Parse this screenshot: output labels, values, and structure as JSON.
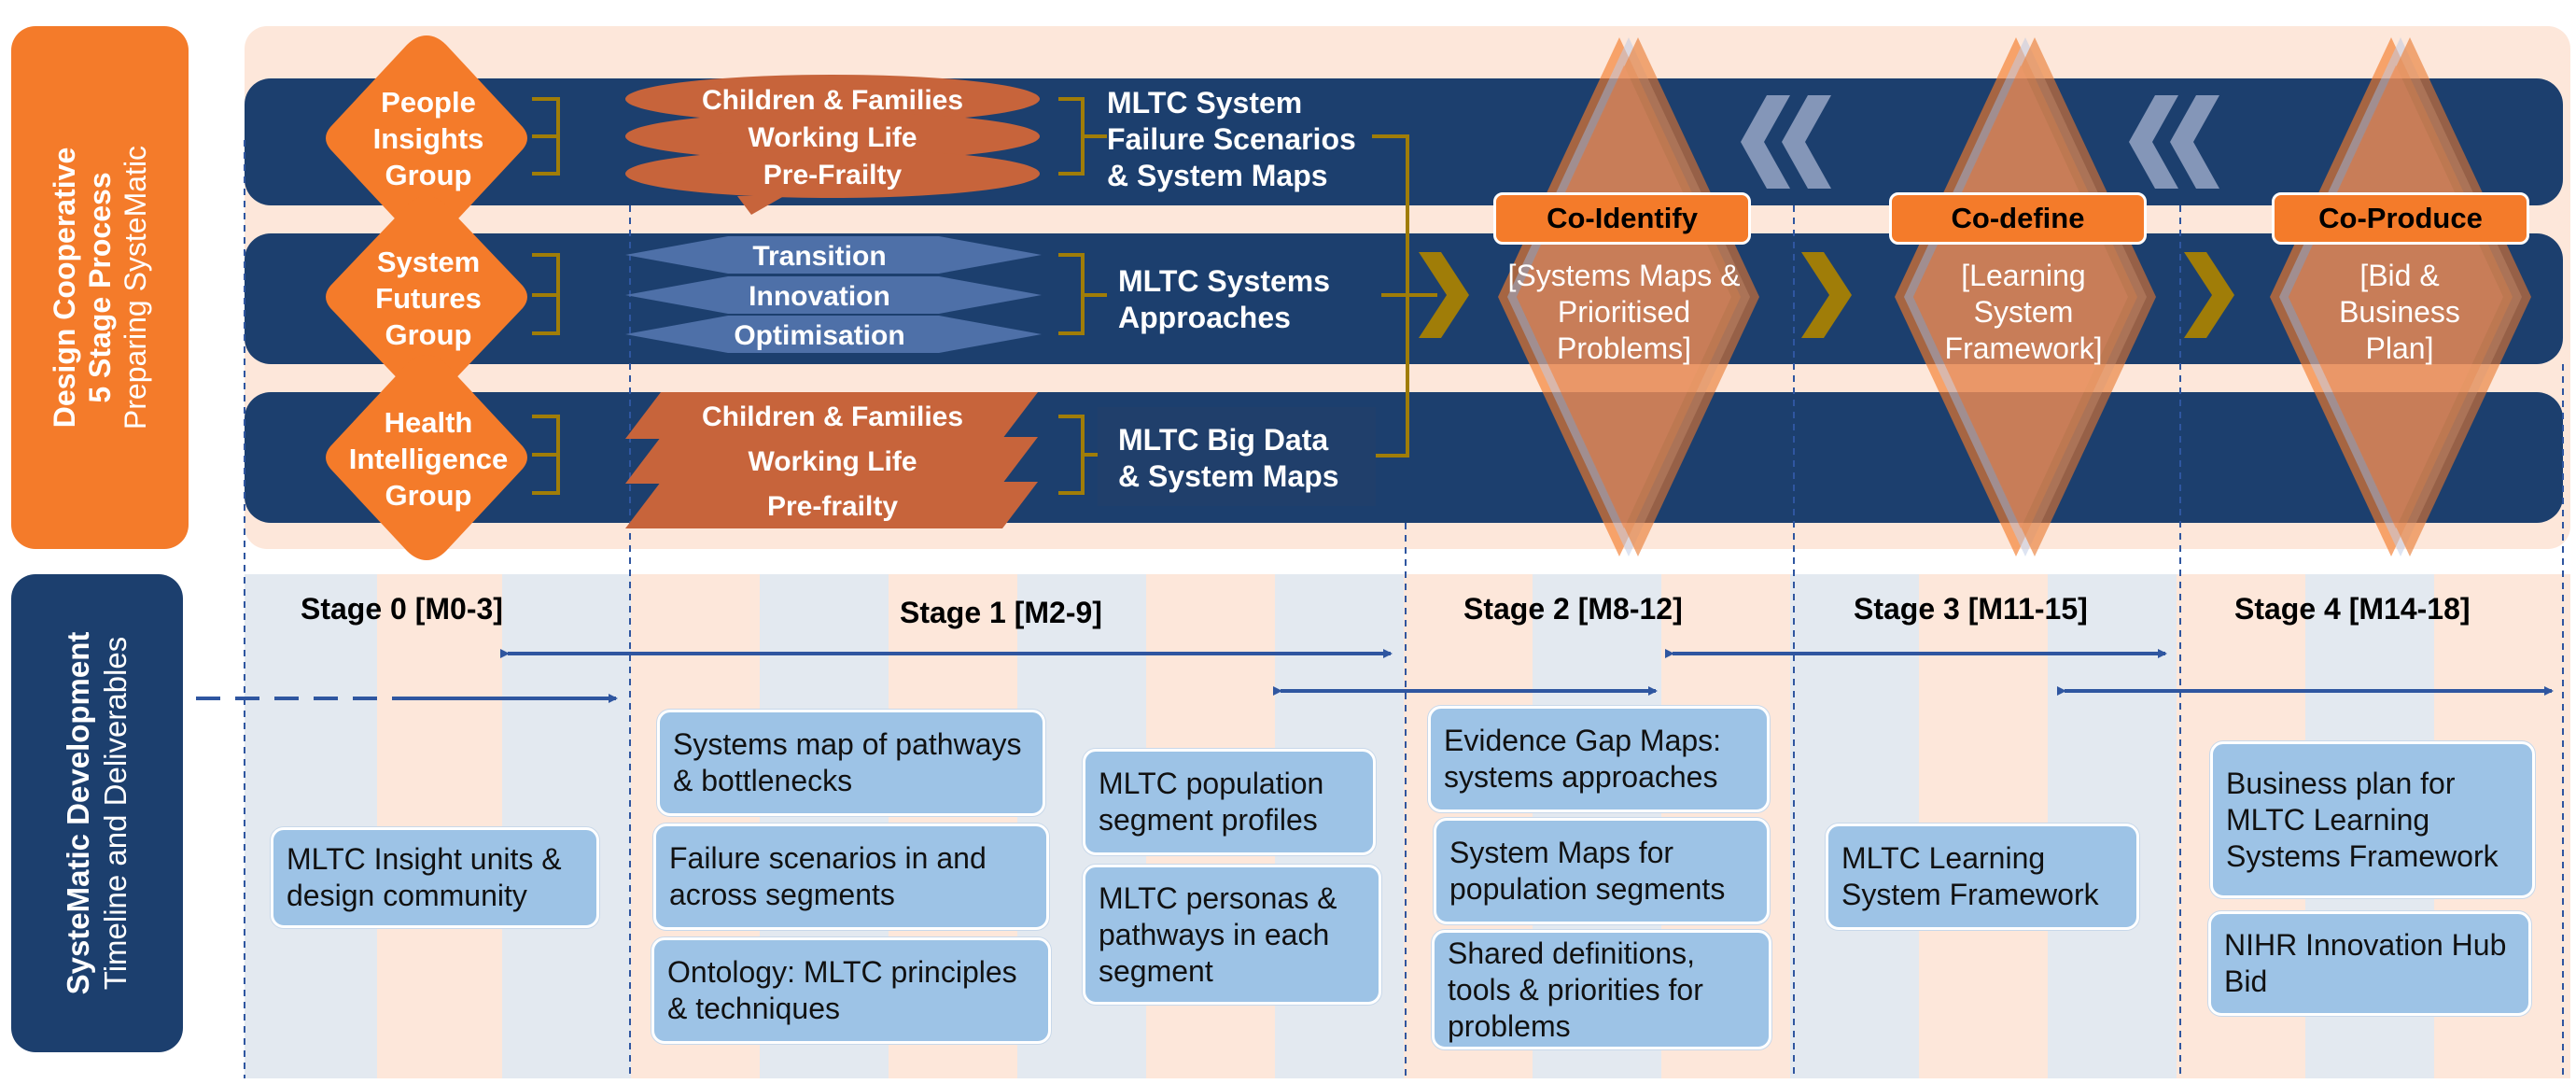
{
  "colors": {
    "navy": "#1c3f6e",
    "orange": "#f47b2a",
    "peach": "#fde7da",
    "light_blue_box": "#9dc3e6",
    "grey_band": "#e3e9f0",
    "olive": "#a07d08"
  },
  "side": {
    "top": {
      "line1": "Design Cooperative",
      "line2": "5 Stage Process",
      "line3": "Preparing SysteMatic"
    },
    "bottom": {
      "line1": "SysteMatic Development",
      "line2": "Timeline and Deliverables"
    }
  },
  "groups": [
    {
      "lines": [
        "People",
        "Insights",
        "Group"
      ],
      "items": [
        "Children & Families",
        "Working Life",
        "Pre-Frailty"
      ],
      "output": [
        "MLTC System",
        "Failure Scenarios",
        "& System Maps"
      ]
    },
    {
      "lines": [
        "System",
        "Futures",
        "Group"
      ],
      "items": [
        "Transition",
        "Innovation",
        "Optimisation"
      ],
      "output": [
        "MLTC Systems",
        "Approaches"
      ]
    },
    {
      "lines": [
        "Health",
        "Intelligence",
        "Group"
      ],
      "items": [
        "Children & Families",
        "Working Life",
        "Pre-frailty"
      ],
      "output": [
        "MLTC Big Data",
        "& System Maps"
      ]
    }
  ],
  "phases": [
    {
      "title": "Co-Identify",
      "detail": [
        "[Systems Maps &",
        "Prioritised",
        "Problems]"
      ]
    },
    {
      "title": "Co-define",
      "detail": [
        "[Learning",
        "System",
        "Framework]"
      ]
    },
    {
      "title": "Co-Produce",
      "detail": [
        "[Bid &",
        "Business",
        "Plan]"
      ]
    }
  ],
  "stages": [
    {
      "label": "Stage 0 [M0-3]"
    },
    {
      "label": "Stage 1 [M2-9]"
    },
    {
      "label": "Stage 2 [M8-12]"
    },
    {
      "label": "Stage 3 [M11-15]"
    },
    {
      "label": "Stage 4 [M14-18]"
    }
  ],
  "deliverables": {
    "stage0": [
      "MLTC Insight units & design community"
    ],
    "stage1a": [
      "Systems map of pathways & bottlenecks",
      "Failure scenarios in and across segments",
      "Ontology: MLTC principles & techniques"
    ],
    "stage1b": [
      "MLTC population segment profiles",
      "MLTC personas & pathways in each segment"
    ],
    "stage2": [
      "Evidence Gap Maps: systems approaches",
      "System Maps for population segments",
      "Shared definitions, tools & priorities for problems"
    ],
    "stage3": [
      "MLTC Learning System Framework"
    ],
    "stage4": [
      "Business plan for MLTC Learning Systems Framework",
      "NIHR Innovation Hub Bid"
    ]
  }
}
